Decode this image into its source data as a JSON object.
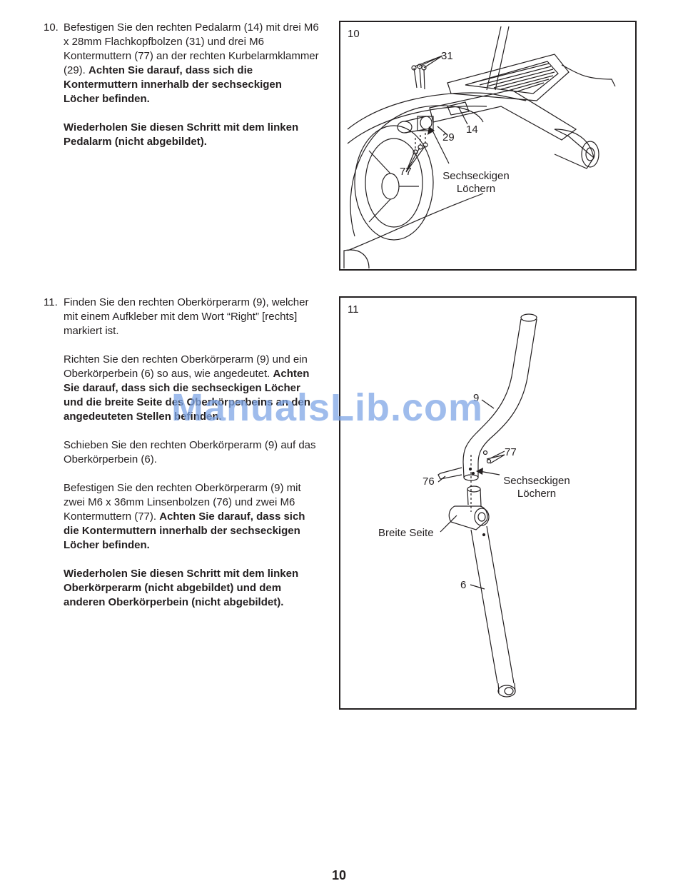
{
  "step10": {
    "number": "10.",
    "text_plain": "Befestigen Sie den rechten Pedalarm (14) mit drei M6 x 28mm Flachkopfbolzen (31) und drei M6 Kontermuttern (77) an der rechten Kurbelarmklammer (29).",
    "text_bold": "Achten Sie darauf, dass sich die Kontermuttern innerhalb der sechseckigen Löcher befinden.",
    "repeat": "Wiederholen Sie diesen Schritt mit dem linken Pedalarm (nicht abgebildet)."
  },
  "figure10": {
    "label": "10",
    "callout_31": "31",
    "callout_14": "14",
    "callout_29": "29",
    "callout_77": "77",
    "hex_line1": "Sechseckigen",
    "hex_line2": "Löchern"
  },
  "step11": {
    "number": "11.",
    "p1": "Finden Sie den rechten Oberkörperarm (9), welcher mit einem Aufkleber mit dem Wort “Right” [rechts] markiert ist.",
    "p2_plain": "Richten Sie den rechten Oberkörperarm (9) und ein Oberkörperbein (6) so aus, wie angedeutet.",
    "p2_bold": "Achten Sie darauf, dass sich die sechseckigen Löcher und die breite Seite des Oberkörperbeins an den angedeuteten Stellen befinden.",
    "p3": "Schieben Sie den rechten Oberkörperarm (9) auf das Oberkörperbein (6).",
    "p4_plain": "Befestigen Sie den rechten Oberkörperarm (9) mit zwei M6 x 36mm Linsenbolzen (76) und zwei M6 Kontermuttern (77).",
    "p4_bold": "Achten Sie darauf, dass sich die Kontermuttern innerhalb der sechseckigen Löcher befinden.",
    "repeat": "Wiederholen Sie diesen Schritt mit dem linken Oberkörperarm (nicht abgebildet) und dem anderen Oberkörperbein (nicht abgebildet)."
  },
  "figure11": {
    "label": "11",
    "callout_9": "9",
    "callout_77": "77",
    "callout_76": "76",
    "hex_line1": "Sechseckigen",
    "hex_line2": "Löchern",
    "wide_side": "Breite Seite",
    "callout_6": "6"
  },
  "page_number": "10",
  "watermark": "ManualsLib.com"
}
